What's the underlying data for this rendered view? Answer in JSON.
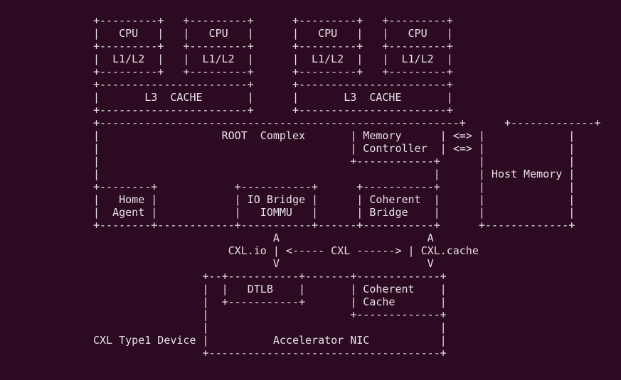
{
  "lines": [
    "+---------+   +---------+      +---------+   +---------+",
    "|   CPU   |   |   CPU   |      |   CPU   |   |   CPU   |",
    "+---------+   +---------+      +---------+   +---------+",
    "|  L1/L2  |   |  L1/L2  |      |  L1/L2  |   |  L1/L2  |",
    "+---------+   +---------+      +---------+   +---------+",
    "+-----------------------+      +-----------------------+",
    "|       L3  CACHE       |      |       L3  CACHE       |",
    "+-----------------------+      +-----------------------+",
    "+--------------------------------------------------------+      +-------------+",
    "|                   ROOT  Complex       | Memory      | <=> |             |",
    "|                                       | Controller  | <=> |             |",
    "|                                       +------------+      |             |",
    "|                                                    |      | Host Memory |",
    "+--------+            +-----------+      +-----------+      |             |",
    "|   Home |            | IO Bridge |      | Coherent  |      |             |",
    "|  Agent |            |   IOMMU   |      | Bridge    |      |             |",
    "+--------+------------+-----------+------+-----------+      +-------------+",
    "                            A                       A",
    "                     CXL.io | <----- CXL ------> | CXL.cache",
    "                            V                       V",
    "                 +--+-----------+-------+-------------+",
    "                 |  |   DTLB    |       | Coherent    |",
    "                 |  +-----------+       | Cache       |",
    "                 |                      +-------------+",
    "                 |                                    |",
    "CXL Type1 Device |          Accelerator NIC           |",
    "                 +------------------------------------+"
  ]
}
